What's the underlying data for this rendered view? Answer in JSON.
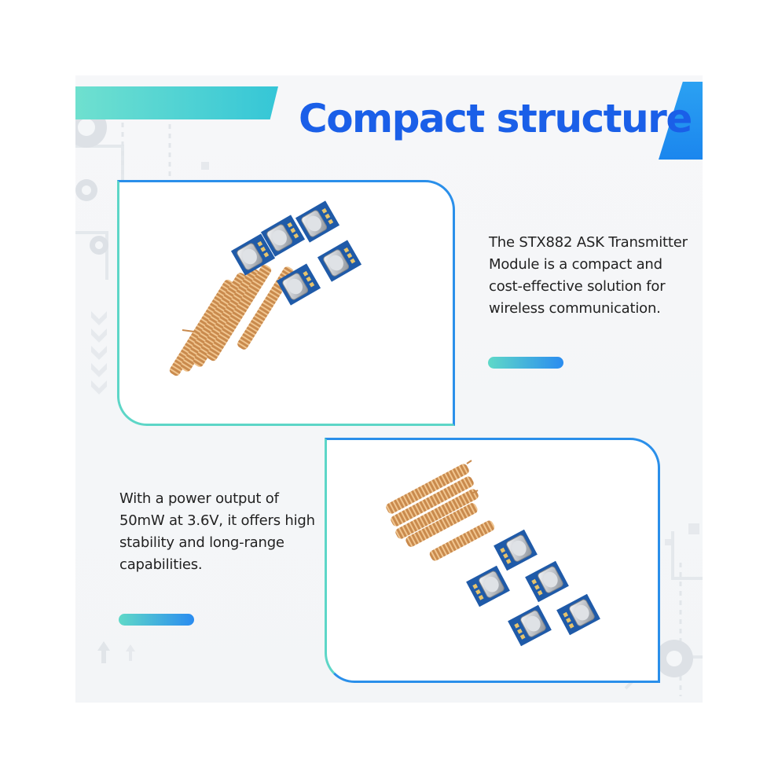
{
  "headline": "Compact structure",
  "paragraphs": {
    "first": "The STX882 ASK Transmitter Module is a compact and cost-effective solution for wireless communication.",
    "second": "With a power output of 50mW at 3.6V, it offers high stability and long-range capabilities."
  },
  "colors": {
    "headline": "#1a5fe8",
    "accent_teal": "#5fd9c8",
    "accent_blue": "#2a8cf0",
    "background": "#f4f6f8"
  },
  "icons": [
    "gear-icon",
    "arrow-up-icon"
  ]
}
